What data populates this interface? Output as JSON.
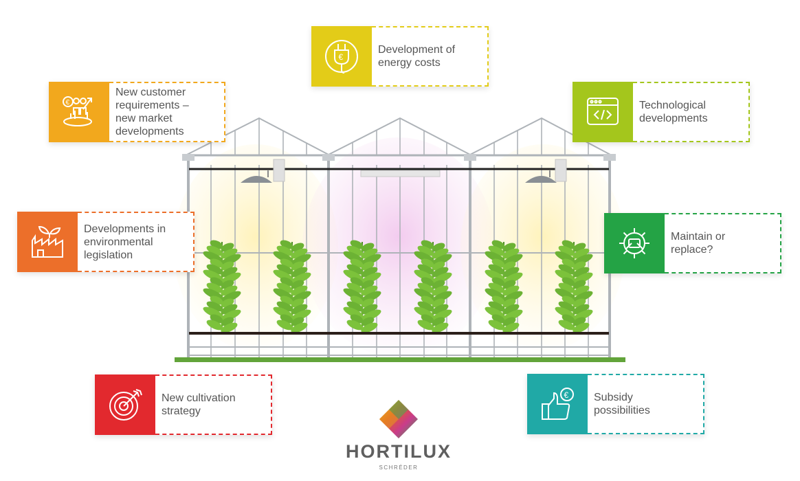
{
  "cards": {
    "customer": {
      "lines": [
        "New customer",
        "requirements –",
        "new market",
        "developments"
      ],
      "icon": "euro-people-growth-icon",
      "color": "#f2a81d"
    },
    "energy": {
      "lines": [
        "Development of",
        "energy costs"
      ],
      "icon": "euro-plug-icon",
      "color": "#e3cc18"
    },
    "tech": {
      "lines": [
        "Technological",
        "developments"
      ],
      "icon": "code-window-icon",
      "color": "#a4c61c"
    },
    "env": {
      "lines": [
        "Developments in",
        "environmental",
        "legislation"
      ],
      "icon": "factory-leaf-icon",
      "color": "#ec6f2a"
    },
    "maint": {
      "lines": [
        "Maintain or",
        "replace?"
      ],
      "icon": "gear-tools-icon",
      "color": "#24a345"
    },
    "cult": {
      "lines": [
        "New cultivation",
        "strategy"
      ],
      "icon": "target-arrow-icon",
      "color": "#e2292e"
    },
    "subsidy": {
      "lines": [
        "Subsidy",
        "possibilities"
      ],
      "icon": "thumbs-up-euro-icon",
      "color": "#20a9a6"
    }
  },
  "logo": {
    "name": "HORTILUX",
    "sub": "SCHRÉDER"
  }
}
